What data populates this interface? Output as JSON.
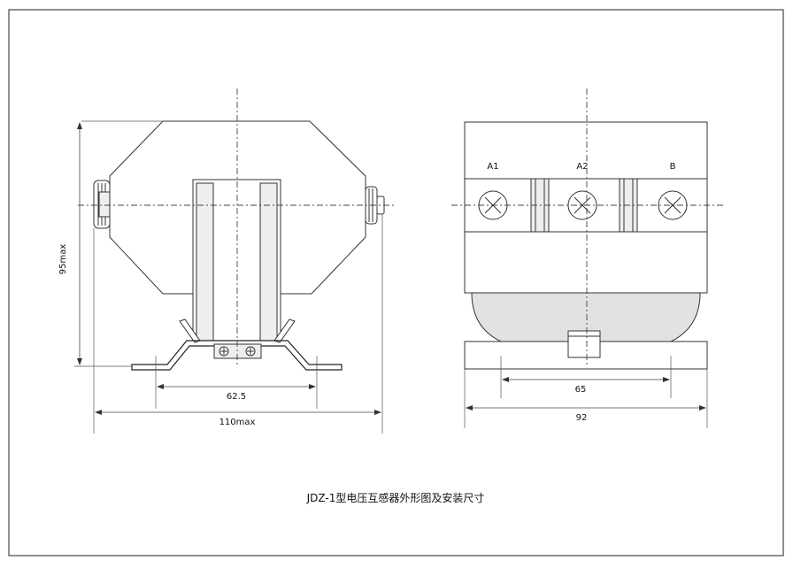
{
  "caption": "JDZ-1型电压互感器外形图及安装尺寸",
  "front_view": {
    "dim_height": "95max",
    "dim_bolt_spacing": "62.5",
    "dim_total_width": "110max"
  },
  "side_view": {
    "terminal_labels": [
      "A1",
      "A2",
      "B"
    ],
    "dim_bolt_spacing": "65",
    "dim_total_width": "92"
  }
}
